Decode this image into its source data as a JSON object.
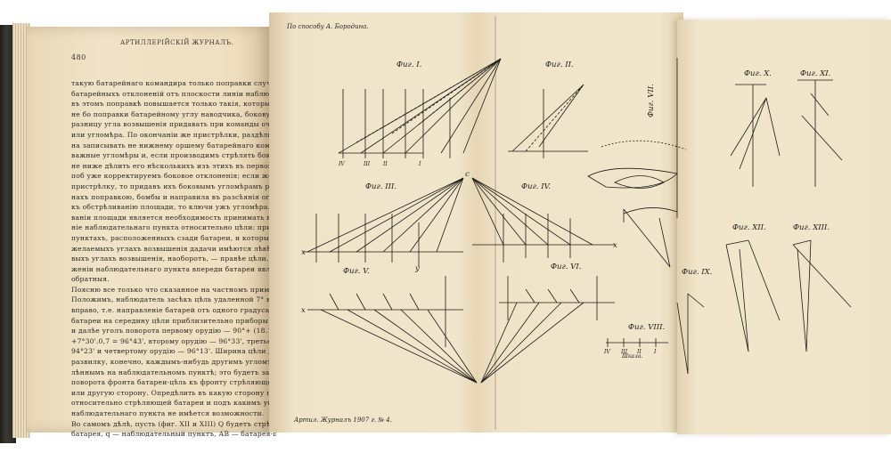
{
  "left_page": {
    "page_number": "480",
    "running_title": "АРТИЛЛЕРІЙСКІЙ ЖУРНАЛЪ.",
    "lines": [
      "такую батарейнаго командира только поправки случайныхъ боковыхъ",
      "батарейныхъ отклоненій отъ плоскости линіи наблюдателя и угломѣра",
      "въ этомъ поправкѣ повышается только такія, которые соотвѣтствую",
      "не бо поправки батарейному углу наводчика, боковую же поправку на",
      "разницу угла возвышенія придавать при команды очередному орудію",
      "или угломѣра. По окончаніи же пристрѣлки, раздѣлить осонь, условно",
      "на записывать не нижнему оршему батарейнаго командира только по",
      "важные угломѣры и, если производимъ стрѣлять боковой, заготовка",
      "не ниже дѣлить его нѣсколькихъ изъ этихъ въ первомъ примѣрѣ, и за",
      "поб уже корректируемъ боковое отклоненія; если же переходимъ на",
      "пристрѣлку, то придавъ ихъ боковымъ угломѣрамъ разницу деривацію.",
      "нахъ поправкою, бомбы и направила въ разсѣянія огонь, пристрѣляемъ",
      "къ обстрѣливанію площади, то ключи ужъ угломѣра. При обстрѣли",
      "ваніи площади является необходимость принимать во вниманіе положе",
      "ніе наблюдательнаго пункта относительно цѣли: при наблюдательныхъ",
      "пунктахъ, расположенныхъ сзади батареи, и которые отклоненія при",
      "желаемыхъ углахъ возвышенія дадачи имѣются лѣвѣе цѣли, а при боко",
      "выхъ углахъ возвышенія, наоборотъ, — правѣе цѣли. При располо",
      "женіи наблюдательнаго пункта впереди батареи явленія эти будутъ",
      "обратныя.",
      "Поясню все только что сказанное на частномъ примѣрѣ.",
      "Положимъ, наблюдатель засѣкъ цѣль удаленной 7° влѣво и 8°",
      "вправо, т.е. направленіе батарей отъ одного градуса. Для поворота",
      "батареи на середину цѣли приблизительно приборы на 7°30' влѣво",
      "и далѣе уголъ поворота первому орудію — 90°+ (18.1000/615) или −74'",
      "+7°30'.0,7 = 96°43', второму орудію — 96°33', третьему орудію—",
      "94°23' и четвертому орудію — 96°13'. Ширина цѣли для батареи на",
      "развилку, конечно, каждымъ-нибудь другимъ угломъ, и не угломъ, опредѣ",
      "лѣннымъ на наблюдательномъ пунктѣ; это будетъ зависѣть отъ угла",
      "поворота фронта батареи-цѣль къ фронту стрѣляющей батареи въ ту",
      "или другую сторону. Опредѣлить въ какую сторону повернуть цѣль",
      "относительно стрѣляющей батареи и подъ какимъ угломъ къ цѣли, а",
      "наблюдательнаго пункта не имѣется возможности.",
      "Во самомъ дѣлѣ, пусть (фиг. XII и XIII) Q будетъ стрѣляющая",
      "батарея, q — наблюдательный пунктъ, АВ — батарея-цѣль. Если опу-"
    ]
  },
  "plate": {
    "header_note": "По способу А. Бородина.",
    "footer_note": "Артил. Журналъ 1907 г. № 4.",
    "figures": [
      "Фиг. I.",
      "Фиг. II.",
      "Фиг. III.",
      "Фиг. IV.",
      "Фиг. V.",
      "Фиг. VI.",
      "Фиг. VII.",
      "Фиг. VIII.",
      "Фиг. IX.",
      "Фиг. X.",
      "Фиг. XI.",
      "Фиг. XII.",
      "Фиг. XIII."
    ],
    "scale_label": "Шкала.",
    "fig1_bottom_labels": [
      "IV",
      "III",
      "II",
      "I"
    ],
    "fig8_labels": [
      "IV",
      "III",
      "II",
      "I"
    ],
    "axis_letters": {
      "x": "x",
      "y": "y",
      "c": "c"
    }
  }
}
